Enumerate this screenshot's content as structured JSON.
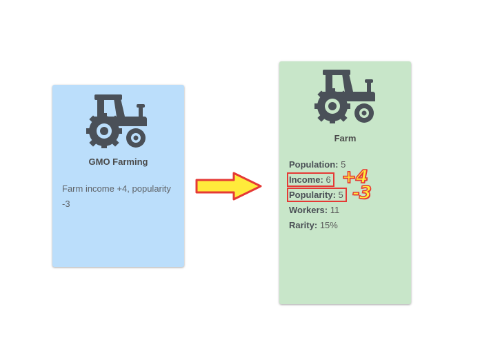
{
  "left_card": {
    "icon": "tractor-icon",
    "title": "GMO Farming",
    "description": "Farm income +4, popularity -3",
    "bg_color": "#bbdefb"
  },
  "right_card": {
    "icon": "tractor-icon",
    "title": "Farm",
    "bg_color": "#c8e6c9",
    "stats": {
      "population": {
        "label": "Population:",
        "value": "5"
      },
      "income": {
        "label": "Income:",
        "value": "6"
      },
      "popularity": {
        "label": "Popularity:",
        "value": "5"
      },
      "workers": {
        "label": "Workers:",
        "value": "11"
      },
      "rarity": {
        "label": "Rarity:",
        "value": "15%"
      }
    }
  },
  "annotations": {
    "arrow": "right-arrow-icon",
    "income_change": "+4",
    "popularity_change": "-3",
    "highlight_color": "#e53935",
    "badge_color": "#ffeb3b"
  }
}
